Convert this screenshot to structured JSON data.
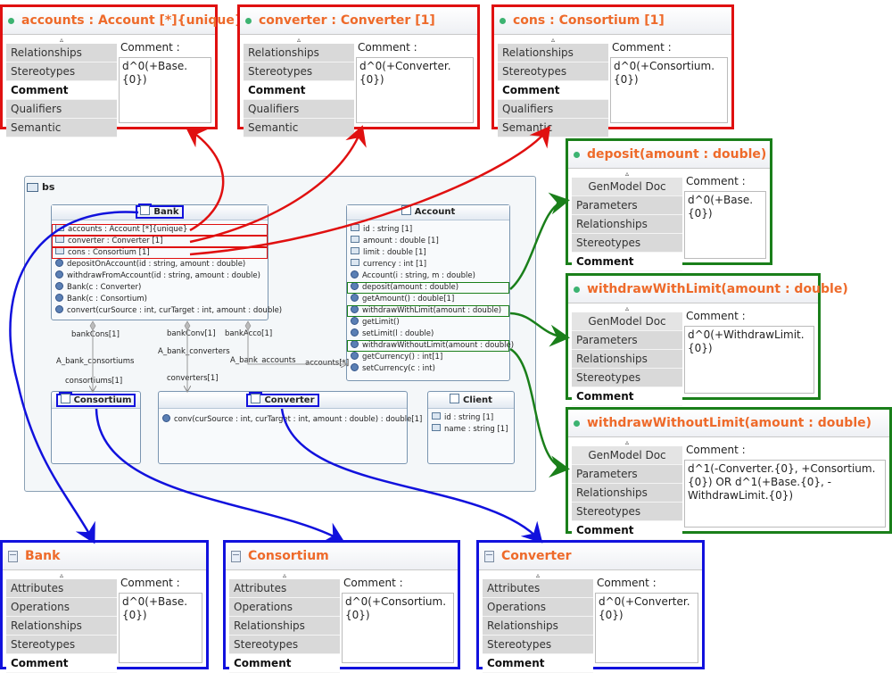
{
  "panels": {
    "accounts": {
      "title": "accounts : Account [*]{unique}",
      "tabs": [
        "Relationships",
        "Stereotypes",
        "Comment",
        "Qualifiers",
        "Semantic"
      ],
      "comment_label": "Comment :",
      "comment": "d^0(+Base.{0})"
    },
    "converter_attr": {
      "title": "converter : Converter [1]",
      "tabs": [
        "Relationships",
        "Stereotypes",
        "Comment",
        "Qualifiers",
        "Semantic"
      ],
      "comment_label": "Comment :",
      "comment": "d^0(+Converter.{0})"
    },
    "cons_attr": {
      "title": "cons : Consortium [1]",
      "tabs": [
        "Relationships",
        "Stereotypes",
        "Comment",
        "Qualifiers",
        "Semantic"
      ],
      "comment_label": "Comment :",
      "comment": "d^0(+Consortium.{0})"
    },
    "deposit": {
      "title": "deposit(amount : double)",
      "tabs": [
        "GenModel Doc",
        "Parameters",
        "Relationships",
        "Stereotypes",
        "Comment"
      ],
      "comment_label": "Comment :",
      "comment": "d^0(+Base.{0})"
    },
    "withdraw_limit": {
      "title": "withdrawWithLimit(amount : double)",
      "tabs": [
        "GenModel Doc",
        "Parameters",
        "Relationships",
        "Stereotypes",
        "Comment"
      ],
      "comment_label": "Comment :",
      "comment": "d^0(+WithdrawLimit.{0})"
    },
    "withdraw_nolimit": {
      "title": "withdrawWithoutLimit(amount : double)",
      "tabs": [
        "GenModel Doc",
        "Parameters",
        "Relationships",
        "Stereotypes",
        "Comment"
      ],
      "comment_label": "Comment :",
      "comment": "d^1(-Converter.{0}, +Consortium.{0}) OR d^1(+Base.{0}, -WithdrawLimit.{0})"
    },
    "bank": {
      "title": "Bank",
      "tabs": [
        "Attributes",
        "Operations",
        "Relationships",
        "Stereotypes",
        "Comment"
      ],
      "comment_label": "Comment :",
      "comment": "d^0(+Base.{0})"
    },
    "consortium": {
      "title": "Consortium",
      "tabs": [
        "Attributes",
        "Operations",
        "Relationships",
        "Stereotypes",
        "Comment"
      ],
      "comment_label": "Comment :",
      "comment": "d^0(+Consortium.{0})"
    },
    "converter": {
      "title": "Converter",
      "tabs": [
        "Attributes",
        "Operations",
        "Relationships",
        "Stereotypes",
        "Comment"
      ],
      "comment_label": "Comment :",
      "comment": "d^0(+Converter.{0})"
    }
  },
  "diagram": {
    "package": "bs",
    "bank": {
      "name": "Bank",
      "rows": [
        "accounts : Account [*]{unique}",
        "converter : Converter [1]",
        "cons : Consortium [1]",
        "depositOnAccount(id : string, amount : double)",
        "withdrawFromAccount(id : string, amount : double)",
        "Bank(c : Converter)",
        "Bank(c : Consortium)",
        "convert(curSource : int, curTarget : int, amount : double)"
      ]
    },
    "account": {
      "name": "Account",
      "rows": [
        "id : string [1]",
        "amount : double [1]",
        "limit : double [1]",
        "currency : int [1]",
        "Account(i : string, m : double)",
        "deposit(amount : double)",
        "getAmount() : double[1]",
        "withdrawWithLimit(amount : double)",
        "getLimit()",
        "setLimit(l : double)",
        "withdrawWithoutLimit(amount : double)",
        "getCurrency() : int[1]",
        "setCurrency(c : int)"
      ]
    },
    "consortium": {
      "name": "Consortium"
    },
    "converter": {
      "name": "Converter",
      "rows": [
        "conv(curSource : int, curTarget : int, amount : double) : double[1]"
      ]
    },
    "client": {
      "name": "Client",
      "rows": [
        "id : string [1]",
        "name : string [1]"
      ]
    },
    "labels": {
      "bankCons": "bankCons[1]",
      "bankConv": "bankConv[1]",
      "bankAcco": "bankAcco[1]",
      "a_cons": "A_bank_consortiums",
      "a_conv": "A_bank_converters",
      "a_acc": "A_bank_accounts",
      "consortiums": "consortiums[1]",
      "converters": "converters[1]",
      "accounts": "accounts[*]"
    }
  },
  "colors": {
    "attribute_highlight": "#e01010",
    "operation_highlight": "#1a7f1a",
    "class_highlight": "#1111dd",
    "title_text": "#ee6a2a"
  }
}
